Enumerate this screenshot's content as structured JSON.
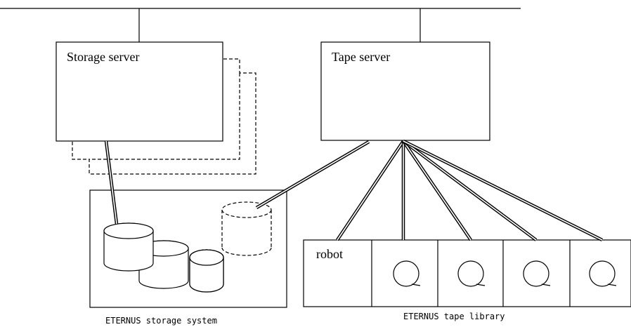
{
  "labels": {
    "storage_server": "Storage server",
    "tape_server": "Tape server",
    "robot": "robot",
    "storage_system": "ETERNUS storage system",
    "tape_library": "ETERNUS tape library"
  },
  "icons": {
    "tape_drive": "tape-reel-icon",
    "disk": "disk-cylinder-icon"
  },
  "colors": {
    "stroke": "#000000",
    "background": "#ffffff"
  }
}
